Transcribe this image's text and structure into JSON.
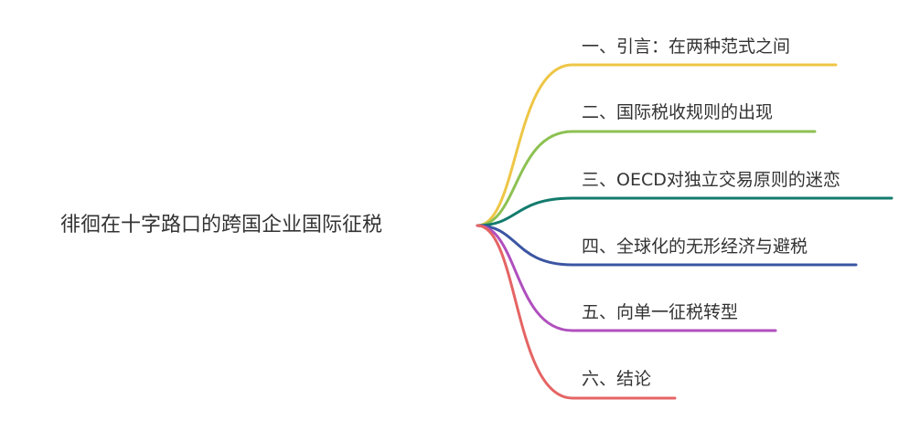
{
  "root": {
    "label": "徘徊在十字路口的跨国企业国际征税"
  },
  "branches": [
    {
      "label": "一、引言：在两种范式之间",
      "color": "#eec646"
    },
    {
      "label": "二、国际税收规则的出现",
      "color": "#8dc152"
    },
    {
      "label": "三、OECD对独立交易原则的迷恋",
      "color": "#137b6d"
    },
    {
      "label": "四、全球化的无形经济与避税",
      "color": "#3b55a3"
    },
    {
      "label": "五、向单一征税转型",
      "color": "#b04fbe"
    },
    {
      "label": "六、结论",
      "color": "#e56464"
    }
  ]
}
